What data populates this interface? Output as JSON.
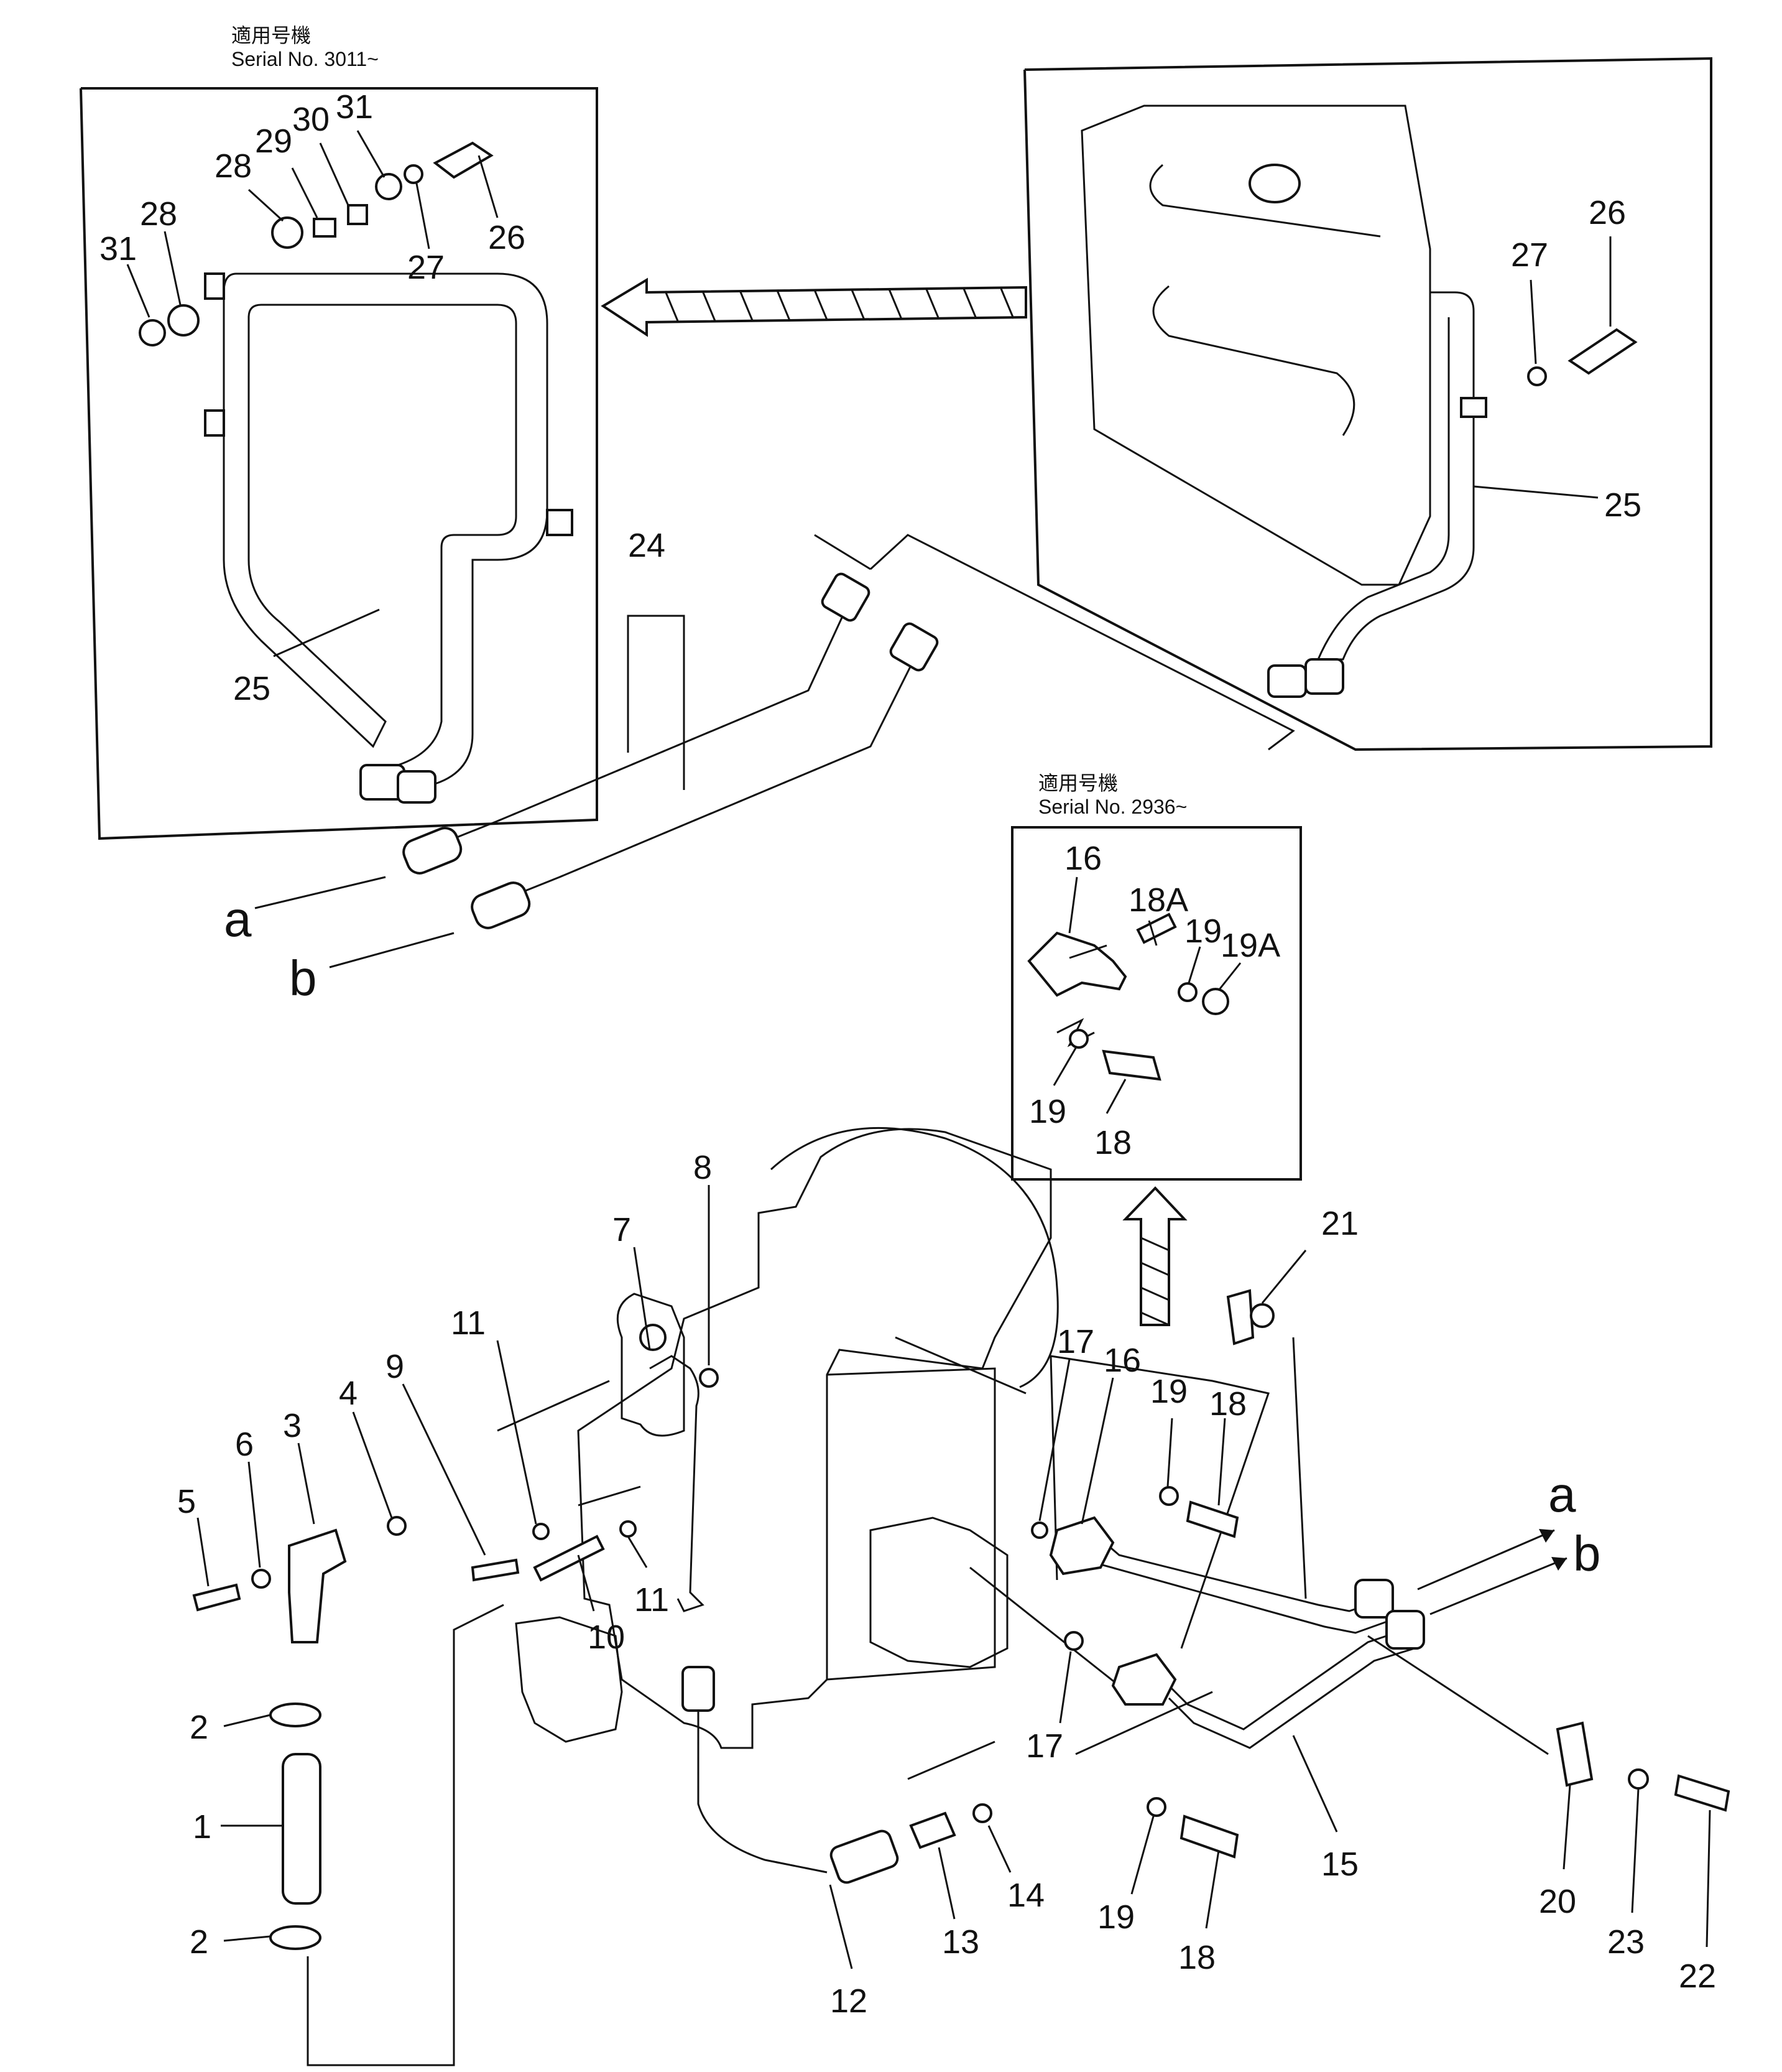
{
  "insets": {
    "top_left": {
      "caption_jp": "適用号機",
      "caption_serial": "Serial No. 3011~"
    },
    "mid_right": {
      "caption_jp": "適用号機",
      "caption_serial": "Serial No. 2936~"
    }
  },
  "callouts": {
    "tl_31a": "31",
    "tl_28a": "28",
    "tl_28b": "28",
    "tl_29": "29",
    "tl_30": "30",
    "tl_31b": "31",
    "tl_27": "27",
    "tl_26": "26",
    "tl_25": "25",
    "tr_26": "26",
    "tr_27": "27",
    "tr_25": "25",
    "c_24": "24",
    "c_a": "a",
    "c_b": "b",
    "mr_16": "16",
    "mr_18A": "18A",
    "mr_19a": "19",
    "mr_19A": "19A",
    "mr_19b": "19",
    "mr_18": "18",
    "p5": "5",
    "p6": "6",
    "p3": "3",
    "p4": "4",
    "p9": "9",
    "p11a": "11",
    "p7": "7",
    "p8": "8",
    "p11b": "11",
    "p10": "10",
    "p2a": "2",
    "p1": "1",
    "p2b": "2",
    "p12": "12",
    "p13": "13",
    "p14": "14",
    "p17a": "17",
    "p16": "16",
    "p19a": "19",
    "p18a": "18",
    "p21": "21",
    "p17b": "17",
    "p19b": "19",
    "p18b": "18",
    "p15": "15",
    "r_a": "a",
    "r_b": "b",
    "p20": "20",
    "p23": "23",
    "p22": "22"
  }
}
